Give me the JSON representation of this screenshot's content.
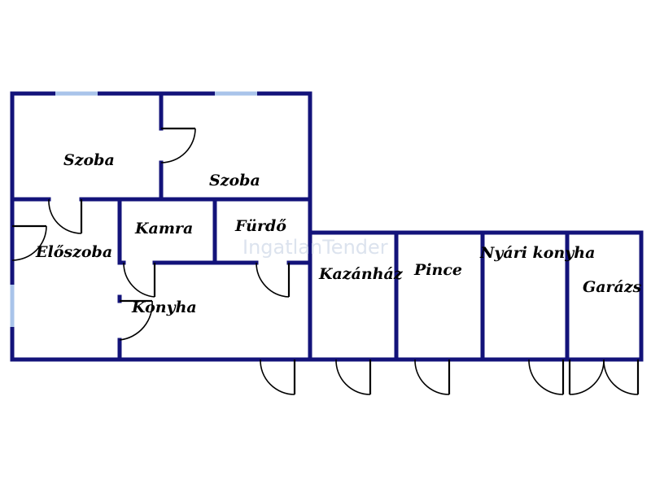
{
  "rooms": {
    "szoba_1": "Szoba",
    "szoba_2": "Szoba",
    "eloszoba": "Előszoba",
    "kamra": "Kamra",
    "furdo": "Fürdő",
    "konyha": "Konyha",
    "kazanhaz": "Kazánház",
    "pince": "Pince",
    "nyari_konyha": "Nyári konyha",
    "garazs": "Garázs"
  },
  "watermark": "IngatlanTender",
  "colors": {
    "wall": "#13137a",
    "window": "#a9c4ea",
    "door": "#000000"
  }
}
